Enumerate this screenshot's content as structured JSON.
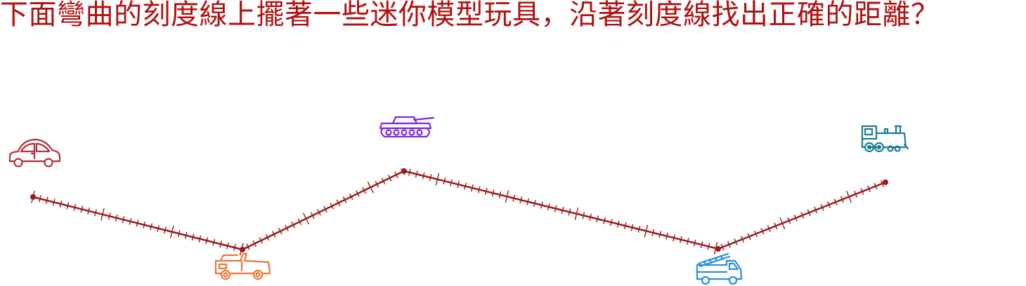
{
  "question": "下面彎曲的刻度線上擺著一些迷你模型玩具，沿著刻度線找出正確的距離？",
  "colors": {
    "text": "#b01111",
    "line": "#9c1a1a",
    "car": "#b0303a",
    "tank": "#7b2bd6",
    "jeep": "#e8763a",
    "fire_truck": "#2b8ee0",
    "train": "#1d7d96"
  },
  "toys": [
    {
      "name": "car",
      "icon": "car-icon"
    },
    {
      "name": "tank",
      "icon": "tank-icon"
    },
    {
      "name": "jeep",
      "icon": "jeep-icon"
    },
    {
      "name": "fire-truck",
      "icon": "fire-truck-icon"
    },
    {
      "name": "train",
      "icon": "train-icon"
    }
  ]
}
